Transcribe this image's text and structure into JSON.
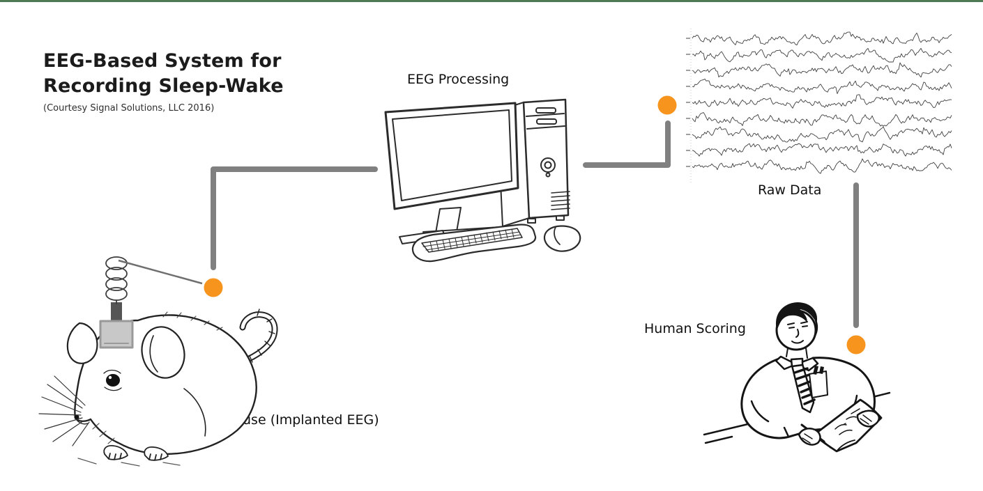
{
  "meta": {
    "background_color": "#ffffff",
    "top_border_color": "#4d7a52"
  },
  "title": {
    "line1": "EEG-Based System for",
    "line2": "Recording Sleep-Wake",
    "credit": "(Courtesy Signal Solutions, LLC 2016)"
  },
  "labels": {
    "eeg_processing": "EEG Processing",
    "raw_data": "Raw Data",
    "human_scoring": "Human Scoring",
    "mouse_implanted_eeg": "Mouse (Implanted EEG)"
  },
  "diagram": {
    "connector_color": "#808080",
    "tether_wire_color": "#6f6f6f",
    "node_dot_color": "#F7941E",
    "nodes": [
      {
        "id": "mouse",
        "label": "Mouse (Implanted EEG)"
      },
      {
        "id": "eeg-processing",
        "label": "EEG Processing"
      },
      {
        "id": "raw-data",
        "label": "Raw Data"
      },
      {
        "id": "human-scoring",
        "label": "Human Scoring"
      }
    ],
    "connections": [
      {
        "from": "mouse",
        "to": "eeg-processing"
      },
      {
        "from": "eeg-processing",
        "to": "raw-data"
      },
      {
        "from": "raw-data",
        "to": "human-scoring"
      }
    ]
  },
  "raw_data_panel": {
    "trace_count": 9,
    "trace_color": "#3f3f3f",
    "seed": 11
  }
}
